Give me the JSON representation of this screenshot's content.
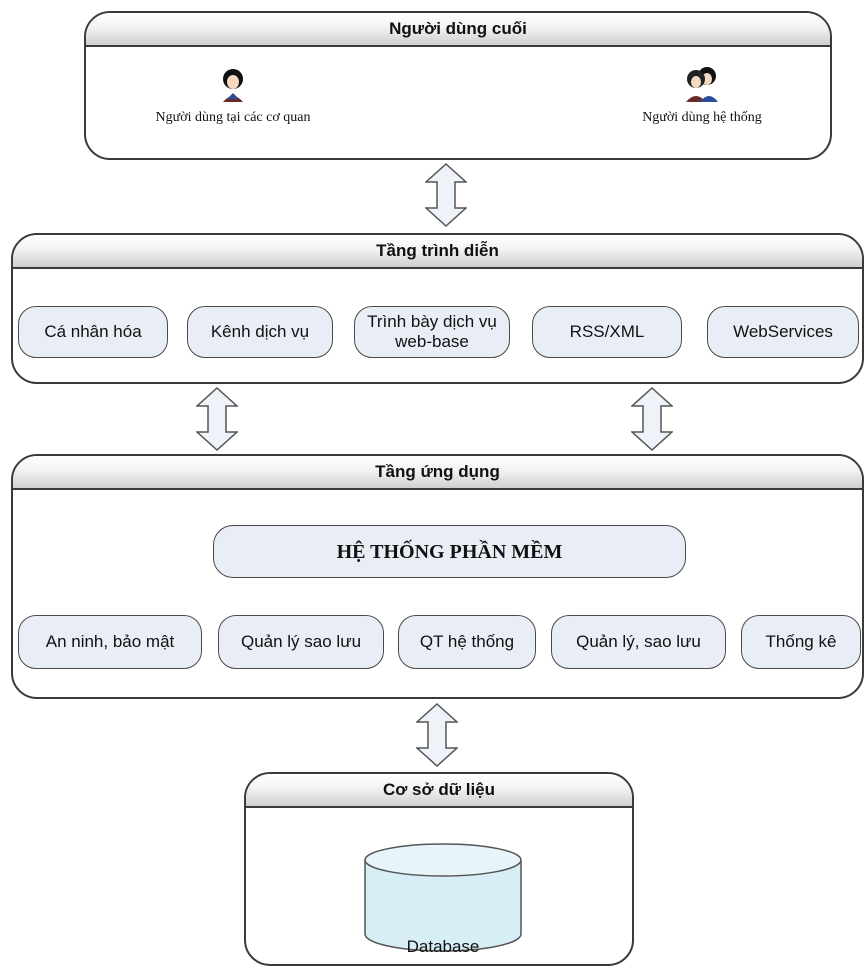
{
  "end_users": {
    "title": "Người dùng cuối",
    "user1": {
      "label": "Người dùng tại các cơ quan",
      "icon": "person-icon"
    },
    "user2": {
      "label": "Người dùng hệ thống",
      "icon": "two-persons-icon"
    }
  },
  "presentation_layer": {
    "title": "Tầng trình diễn",
    "items": [
      "Cá nhân hóa",
      "Kênh dịch vụ",
      "Trình bày dịch vụ web-base",
      "RSS/XML",
      "WebServices"
    ]
  },
  "application_layer": {
    "title": "Tầng ứng dụng",
    "main": "HỆ THỐNG PHẦN MỀM",
    "items": [
      "An ninh, bảo mật",
      "Quản lý sao lưu",
      "QT hệ thống",
      "Quản lý, sao lưu",
      "Thống kê"
    ]
  },
  "database_layer": {
    "title": "Cơ sở dữ liệu",
    "db_label": "Database"
  },
  "colors": {
    "pill_fill": "#e9edf6",
    "border": "#3a3a3a",
    "arrow_fill": "#eef2f9",
    "db_fill": "#d8eef6"
  }
}
